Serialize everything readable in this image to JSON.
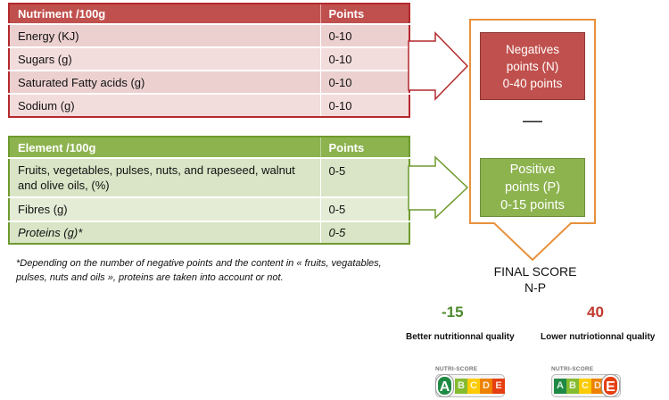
{
  "negatives_table": {
    "headers": [
      "Nutriment /100g",
      "Points"
    ],
    "rows": [
      [
        "Energy (KJ)",
        "0-10"
      ],
      [
        "Sugars (g)",
        "0-10"
      ],
      [
        "Saturated Fatty acids (g)",
        "0-10"
      ],
      [
        "Sodium (g)",
        "0-10"
      ]
    ]
  },
  "positives_table": {
    "headers": [
      "Element /100g",
      "Points"
    ],
    "rows": [
      [
        "Fruits, vegetables, pulses, nuts, and rapeseed, walnut and olive oils,  (%)",
        "0-5"
      ],
      [
        "Fibres (g)",
        "0-5"
      ],
      [
        "Proteins (g)*",
        "0-5"
      ]
    ]
  },
  "negatives_box": {
    "line1": "Negatives",
    "line2": "points (N)",
    "line3": "0-40 points"
  },
  "minus_sign": "—",
  "positives_box": {
    "line1": "Positive",
    "line2": "points (P)",
    "line3": "0-15 points"
  },
  "footnote": "*Depending on the number of negative points and the content in « fruits, vegatables, pulses, nuts and oils », proteins are taken into account or not.",
  "final_score": {
    "label": "FINAL SCORE",
    "formula": "N-P"
  },
  "scores": {
    "good": {
      "value": "-15",
      "label": "Better nutritionnal quality",
      "grade": "A"
    },
    "bad": {
      "value": "40",
      "label": "Lower nutriotionnal quality",
      "grade": "E"
    }
  },
  "nutriscore": {
    "title": "NUTRI-SCORE",
    "letters": [
      "A",
      "B",
      "C",
      "D",
      "E"
    ],
    "colors": [
      "#1e8a45",
      "#85bb2f",
      "#fecb02",
      "#ee8100",
      "#e63e11"
    ]
  },
  "colors": {
    "negative": "#c0504d",
    "positive": "#8db34f",
    "arrow_orange": "#e8913c"
  }
}
